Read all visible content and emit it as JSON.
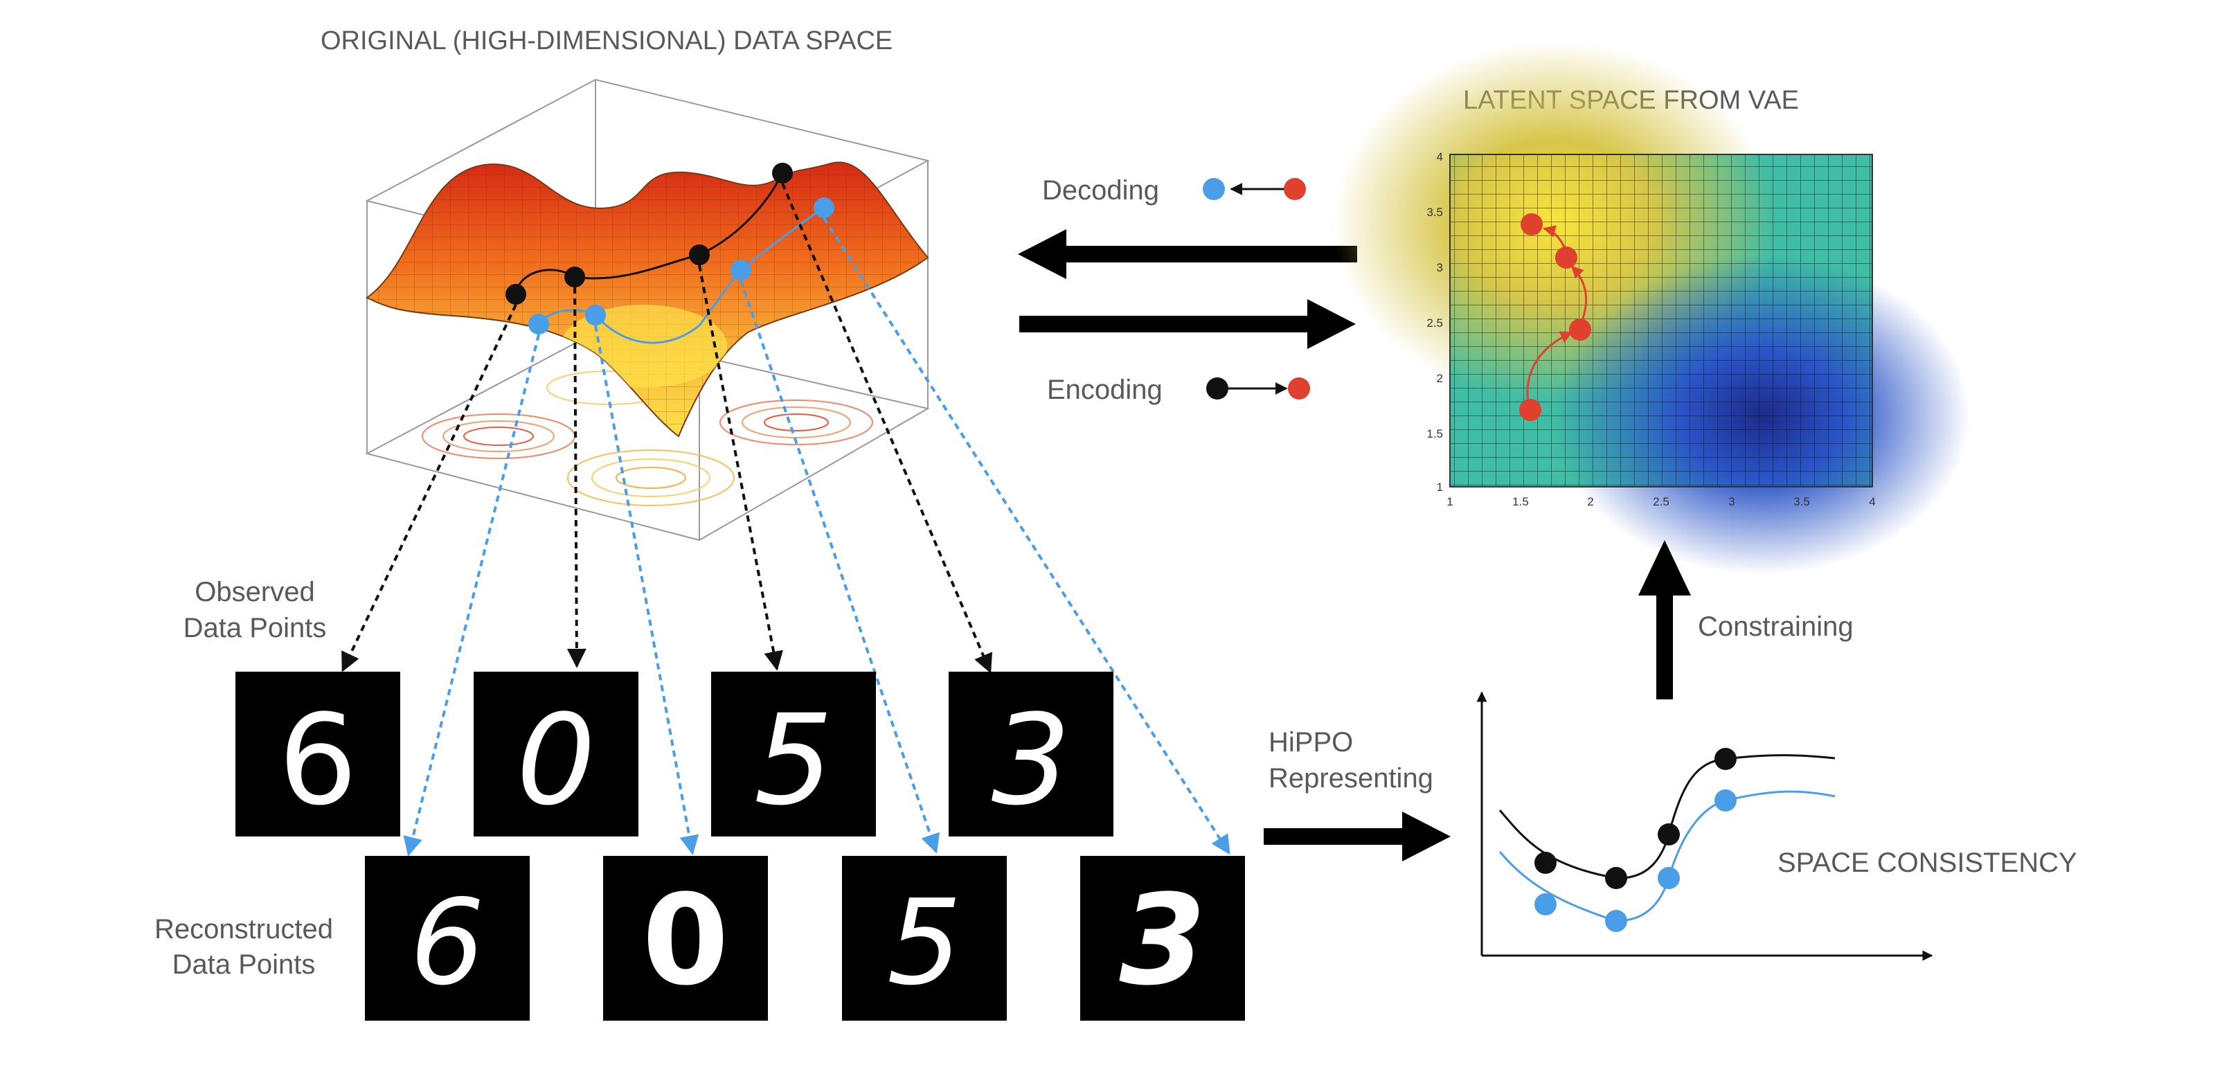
{
  "titles": {
    "data_space": "ORIGINAL (HIGH-DIMENSIONAL) DATA SPACE",
    "latent_space": "LATENT SPACE FROM VAE"
  },
  "labels": {
    "decoding": "Decoding",
    "encoding": "Encoding",
    "observed_line1": "Observed",
    "observed_line2": "Data Points",
    "reconstructed_line1": "Reconstructed",
    "reconstructed_line2": "Data Points",
    "hippo_line1": "HiPPO",
    "hippo_line2": "Representing",
    "constraining": "Constraining",
    "space_consistency": "SPACE CONSISTENCY"
  },
  "observed_digits": [
    "6",
    "0",
    "5",
    "3"
  ],
  "reconstructed_digits": [
    "6",
    "0",
    "5",
    "3"
  ],
  "latent_axes": {
    "x_ticks": [
      "1",
      "1.5",
      "2",
      "2.5",
      "3",
      "3.5",
      "4"
    ],
    "y_ticks": [
      "1",
      "1.5",
      "2",
      "2.5",
      "3",
      "3.5",
      "4"
    ]
  },
  "colors": {
    "observed": "#111111",
    "reconstructed": "#4a9ee8",
    "latent": "#e0402e",
    "arrow": "#000000",
    "text": "#595959"
  }
}
